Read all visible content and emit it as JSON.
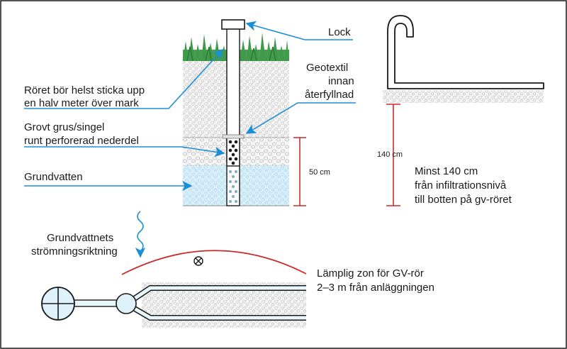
{
  "labels": {
    "lock": "Lock",
    "geotextile": [
      "Geotextil",
      "innan",
      "återfyllnad"
    ],
    "pipe_above": [
      "Röret bör helst sticka upp",
      "en halv meter över mark"
    ],
    "gravel": [
      "Grovt grus/singel",
      "runt perforerad nederdel"
    ],
    "groundwater": "Grundvatten",
    "depth_50": "50 cm",
    "depth_140": "140 cm",
    "min_140": [
      "Minst 140 cm",
      "från infiltrationsnivå",
      "till botten på gv-röret"
    ],
    "flow_direction": [
      "Grundvattnets",
      "strömningsriktning"
    ],
    "zone": [
      "Lämplig zon för GV-rör",
      "2–3 m från anläggningen"
    ]
  },
  "colors": {
    "outline": "#1a1a1a",
    "arrow_blue": "#1a8fd6",
    "dimension_red": "#cc2a2a",
    "water_fill": "#dff2fb",
    "gravel_fill": "#f2f2f2",
    "grass": "#3f9a4a",
    "pipe_inner": "#e8f6fd"
  }
}
